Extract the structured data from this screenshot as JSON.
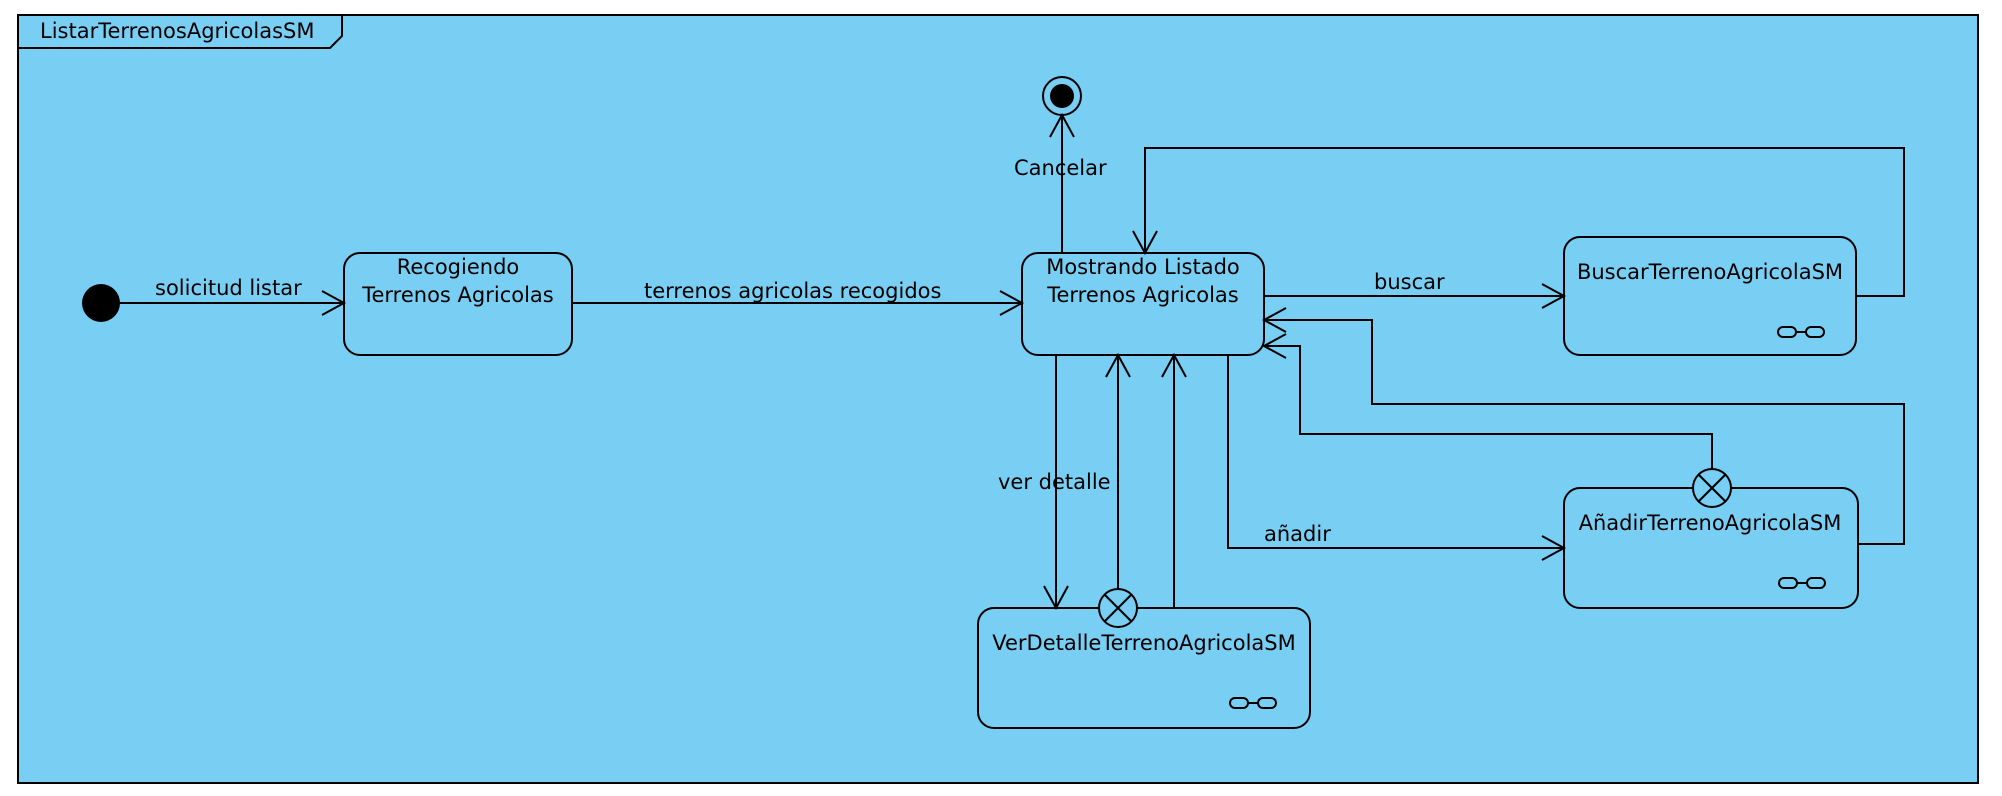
{
  "diagram": {
    "frame_title": "ListarTerrenosAgricolasSM",
    "states": {
      "recogiendo": {
        "line1": "Recogiendo",
        "line2": "Terrenos Agricolas"
      },
      "mostrando": {
        "line1": "Mostrando Listado",
        "line2": "Terrenos Agricolas"
      },
      "buscar_sm": {
        "name": "BuscarTerrenoAgricolaSM"
      },
      "anadir_sm": {
        "name": "AñadirTerrenoAgricolaSM"
      },
      "ver_detalle_sm": {
        "name": "VerDetalleTerrenoAgricolaSM"
      }
    },
    "transitions": {
      "solicitud_listar": "solicitud listar",
      "terrenos_recogidos": "terrenos agricolas recogidos",
      "cancelar": "Cancelar",
      "buscar": "buscar",
      "anadir": "añadir",
      "ver_detalle": "ver detalle"
    }
  }
}
